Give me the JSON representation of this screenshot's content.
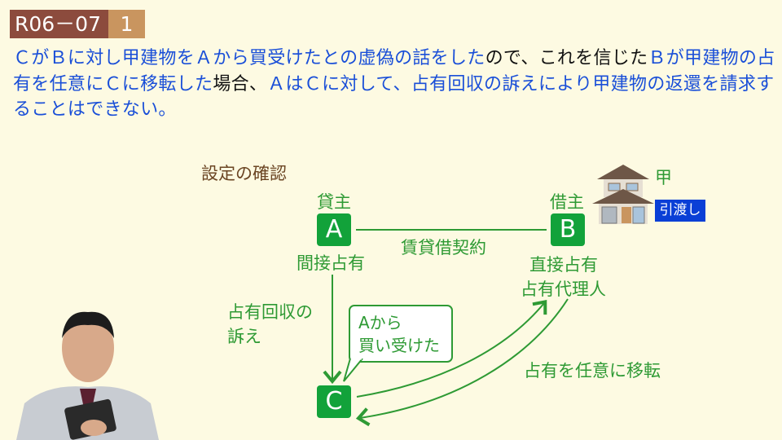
{
  "header": {
    "code": "R06－07",
    "number": "1"
  },
  "question": {
    "segments": [
      {
        "text": "ＣがＢに対し甲建物をＡから買受けたとの虚偽の話をした",
        "black": false
      },
      {
        "text": "ので、これを信じた",
        "black": true
      },
      {
        "text": "Ｂが甲建物の占有を任意にＣに移転した",
        "black": false
      },
      {
        "text": "場合、",
        "black": true
      },
      {
        "text": "ＡはＣに対して、占有回収の訴えにより甲建物の返還を請求することはできない。",
        "black": false
      }
    ]
  },
  "diagram": {
    "title": "設定の確認",
    "a": {
      "role": "貸主",
      "letter": "A",
      "possession": "間接占有"
    },
    "b": {
      "role": "借主",
      "letter": "B",
      "possession": "直接占有",
      "agent": "占有代理人"
    },
    "c": {
      "letter": "C"
    },
    "contract": "賃貸借契約",
    "lawsuit_line1": "占有回収の",
    "lawsuit_line2": "訴え",
    "bubble_line1": "Aから",
    "bubble_line2": "買い受けた",
    "transfer": "占有を任意に移転",
    "building": "甲",
    "handover": "引渡し",
    "colors": {
      "green": "#12a23a",
      "blue": "#1a4fd8"
    }
  }
}
